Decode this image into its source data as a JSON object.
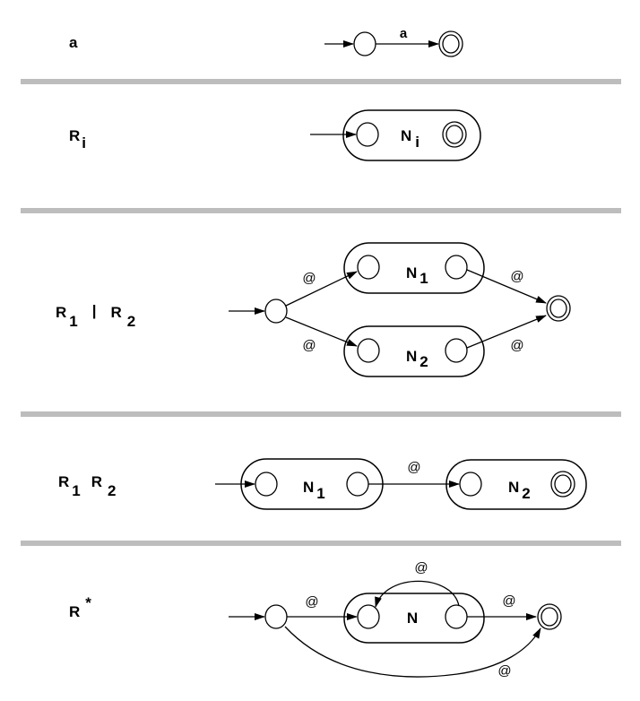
{
  "title": "Thompson construction: NFA fragments for regular expressions",
  "colors": {
    "separator": "#bdbdbd",
    "stroke": "#000000",
    "background": "#ffffff"
  },
  "epsilon_symbol": "@",
  "rows": [
    {
      "id": "symbol",
      "expr": {
        "base": "a"
      },
      "edge_label": "a"
    },
    {
      "id": "subexpr",
      "expr": {
        "base": "R",
        "sub": "i"
      },
      "box": {
        "base": "N",
        "sub": "i"
      }
    },
    {
      "id": "alternation",
      "expr": {
        "r1": "R",
        "s1": "1",
        "op": "|",
        "r2": "R",
        "s2": "2"
      },
      "box1": {
        "base": "N",
        "sub": "1"
      },
      "box2": {
        "base": "N",
        "sub": "2"
      },
      "edge_labels": [
        "@",
        "@",
        "@",
        "@"
      ]
    },
    {
      "id": "concatenation",
      "expr": {
        "r1": "R",
        "s1": "1",
        "r2": "R",
        "s2": "2"
      },
      "box1": {
        "base": "N",
        "sub": "1"
      },
      "box2": {
        "base": "N",
        "sub": "2"
      },
      "edge_labels": [
        "@"
      ]
    },
    {
      "id": "kleene-star",
      "expr": {
        "base": "R",
        "sup": "*"
      },
      "box": {
        "base": "N"
      },
      "edge_labels": [
        "@",
        "@",
        "@",
        "@"
      ]
    }
  ]
}
